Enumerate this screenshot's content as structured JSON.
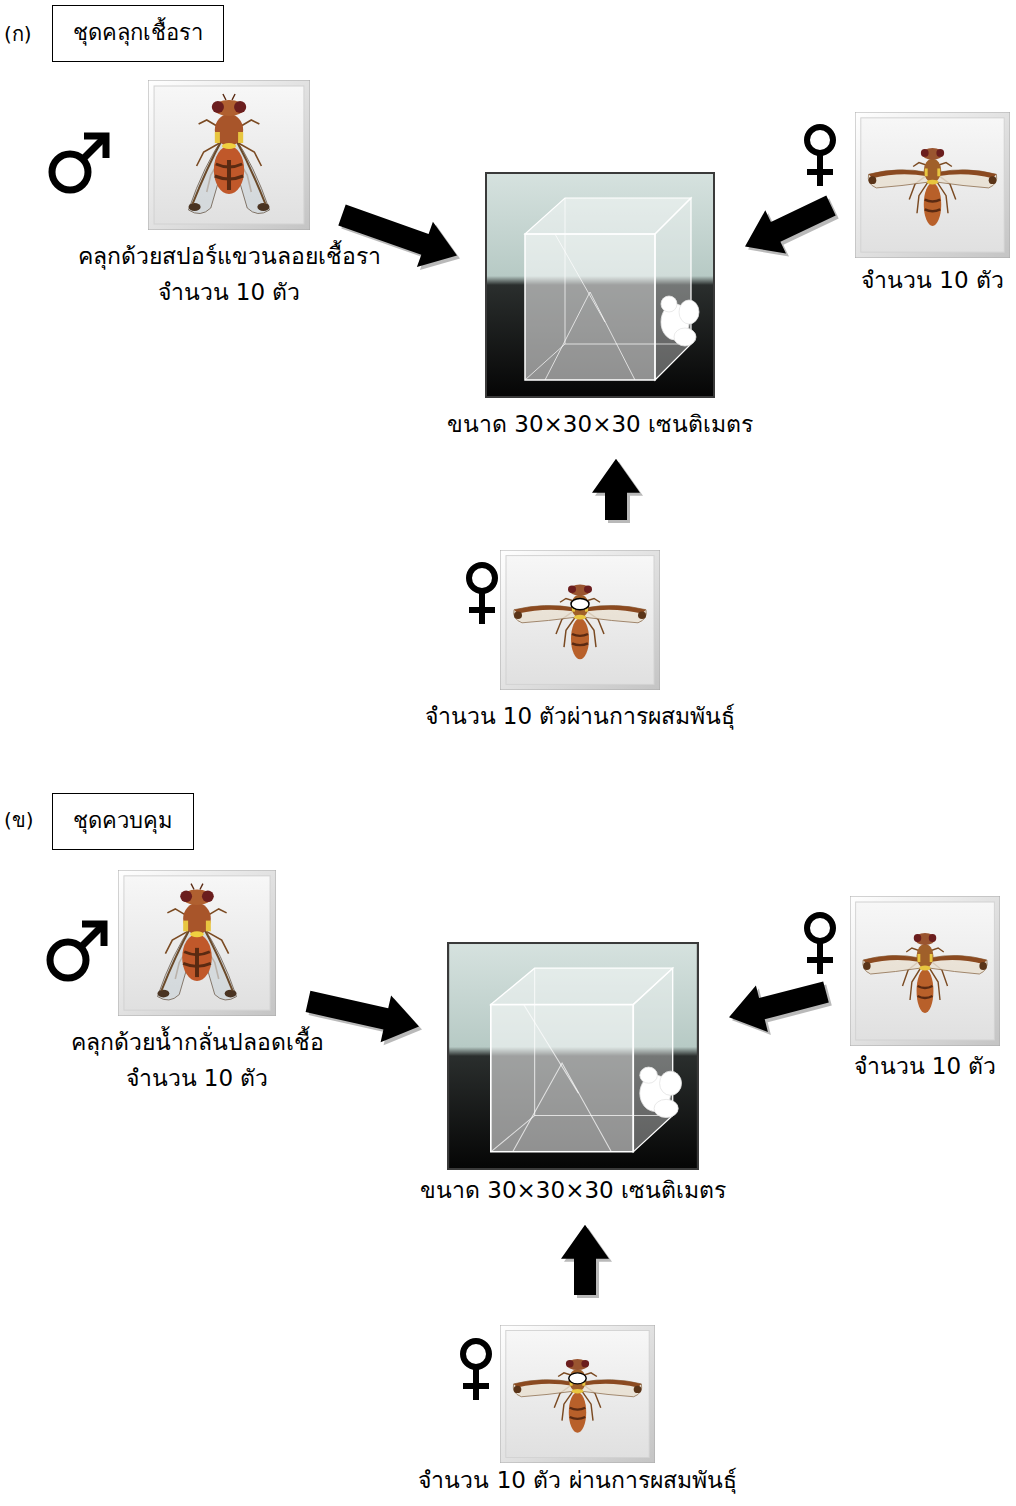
{
  "diagram": {
    "nodes": [
      {
        "text": [
          "ชุดคลุกเชื้อรา"
        ]
      },
      {
        "text": [
          "คลุกด้วยสปอร์แขวนลอยเชื้อรา",
          "จำนวน 10 ตัว"
        ]
      },
      {
        "text": [
          "ขนาด 30×30×30 เซนติเมตร"
        ]
      },
      {
        "text": [
          "จำนวน 10 ตัว"
        ]
      },
      {
        "text": [
          "จำนวน 10 ตัวผ่านการผสมพันธุ์"
        ]
      },
      {
        "text": [
          "ชุดควบคุม"
        ]
      },
      {
        "text": [
          "คลุกด้วยน้ำกลั่นปลอดเชื้อ",
          "จำนวน 10 ตัว"
        ]
      },
      {
        "text": [
          "ขนาด 30×30×30 เซนติเมตร"
        ]
      },
      {
        "text": [
          "จำนวน 10 ตัว"
        ]
      },
      {
        "text": [
          "จำนวน 10 ตัว ผ่านการผสมพันธุ์"
        ]
      }
    ],
    "edges": [
      {
        "from": 1,
        "to": 2,
        "arrow": "to"
      },
      {
        "from": 3,
        "to": 2,
        "arrow": "to"
      },
      {
        "from": 4,
        "to": 2,
        "arrow": "to"
      },
      {
        "from": 6,
        "to": 7,
        "arrow": "to"
      },
      {
        "from": 8,
        "to": 7,
        "arrow": "to"
      },
      {
        "from": 9,
        "to": 7,
        "arrow": "to"
      }
    ],
    "labels": [
      "(ก)",
      "(ข)"
    ]
  }
}
